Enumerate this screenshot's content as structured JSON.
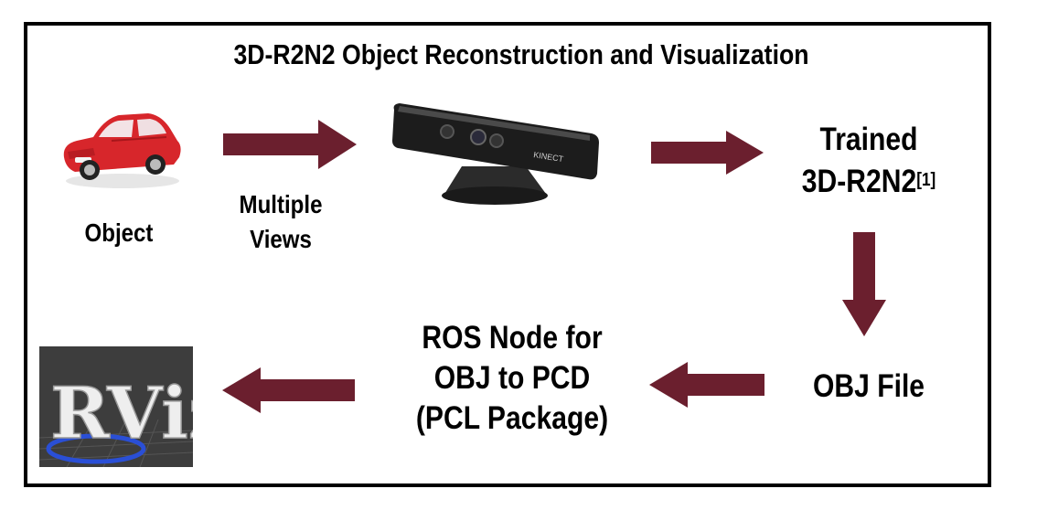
{
  "diagram": {
    "title": "3D-R2N2 Object Reconstruction and Visualization",
    "nodes": {
      "object": "Object",
      "multiple_views_line1": "Multiple",
      "multiple_views_line2": "Views",
      "trained_line1": "Trained",
      "trained_line2": "3D-R2N2",
      "trained_ref": "[1]",
      "obj_file": "OBJ File",
      "ros_line1": "ROS Node for",
      "ros_line2": "OBJ to PCD",
      "ros_line3": "(PCL Package)"
    },
    "images": {
      "kinect_label": "KINECT",
      "rviz_logo": "RViz"
    },
    "colors": {
      "arrow": "#6b1f2e",
      "border": "#000000",
      "car": "#d7262b"
    }
  }
}
